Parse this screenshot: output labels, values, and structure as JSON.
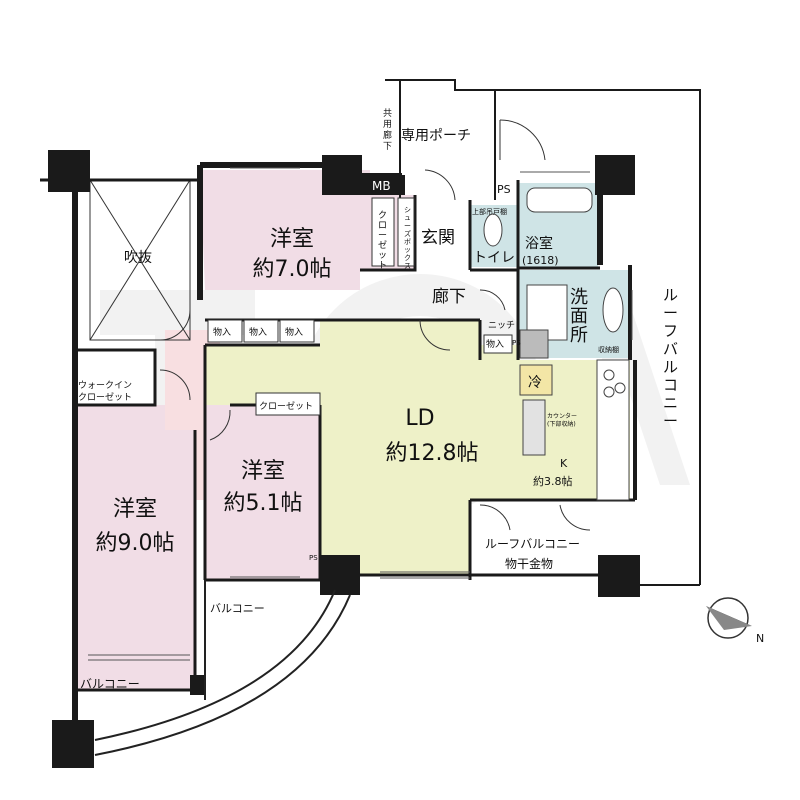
{
  "rooms": {
    "bedroom_north": {
      "name": "洋室",
      "size": "約7.0帖"
    },
    "bedroom_west": {
      "name": "洋室",
      "size": "約9.0帖"
    },
    "bedroom_middle": {
      "name": "洋室",
      "size": "約5.1帖"
    },
    "ld": {
      "name": "LD",
      "size": "約12.8帖"
    },
    "kitchen": {
      "name": "K",
      "size": "約3.8帖"
    },
    "bath": {
      "name": "浴室",
      "size": "(1618)"
    },
    "washroom": {
      "v1": "洗",
      "v2": "面",
      "v3": "所"
    },
    "toilet": "トイレ",
    "entrance": "玄関",
    "hallway": "廊下",
    "void": "吹抜"
  },
  "labels": {
    "private_porch": "専用ポーチ",
    "shared_corridor": [
      "共",
      "用",
      "廊",
      "下"
    ],
    "mb": "MB",
    "ps": "PS",
    "shoes_box": [
      "シ",
      "ュ",
      "ー",
      "ズ",
      "ボ",
      "ッ",
      "ク",
      "ス"
    ],
    "closet_vertical": [
      "ク",
      "ロ",
      "ー",
      "ゼ",
      "ッ",
      "ト"
    ],
    "storage": "物入",
    "walk_in_closet": [
      "ウォークイン",
      "クローゼット"
    ],
    "closet": "クローゼット",
    "niche": "ニッチ",
    "upper_shelf": "上部吊戸棚",
    "storage_shelf": "収納棚",
    "fridge": "冷",
    "counter": [
      "カウンター",
      "(下部収納)"
    ],
    "roof_balcony_vertical": [
      "ル",
      "ー",
      "フ",
      "バ",
      "ル",
      "コ",
      "ニ",
      "ー"
    ],
    "roof_balcony": "ルーフバルコニー",
    "drying_hardware": "物干金物",
    "balcony": "バルコニー",
    "north": "N"
  },
  "colors": {
    "bedroom": "#f1dde6",
    "ld": "#eef1c8",
    "wet": "#cfe4e6",
    "wall": "#1a1a1a",
    "watermark": "#f4c6ca"
  }
}
